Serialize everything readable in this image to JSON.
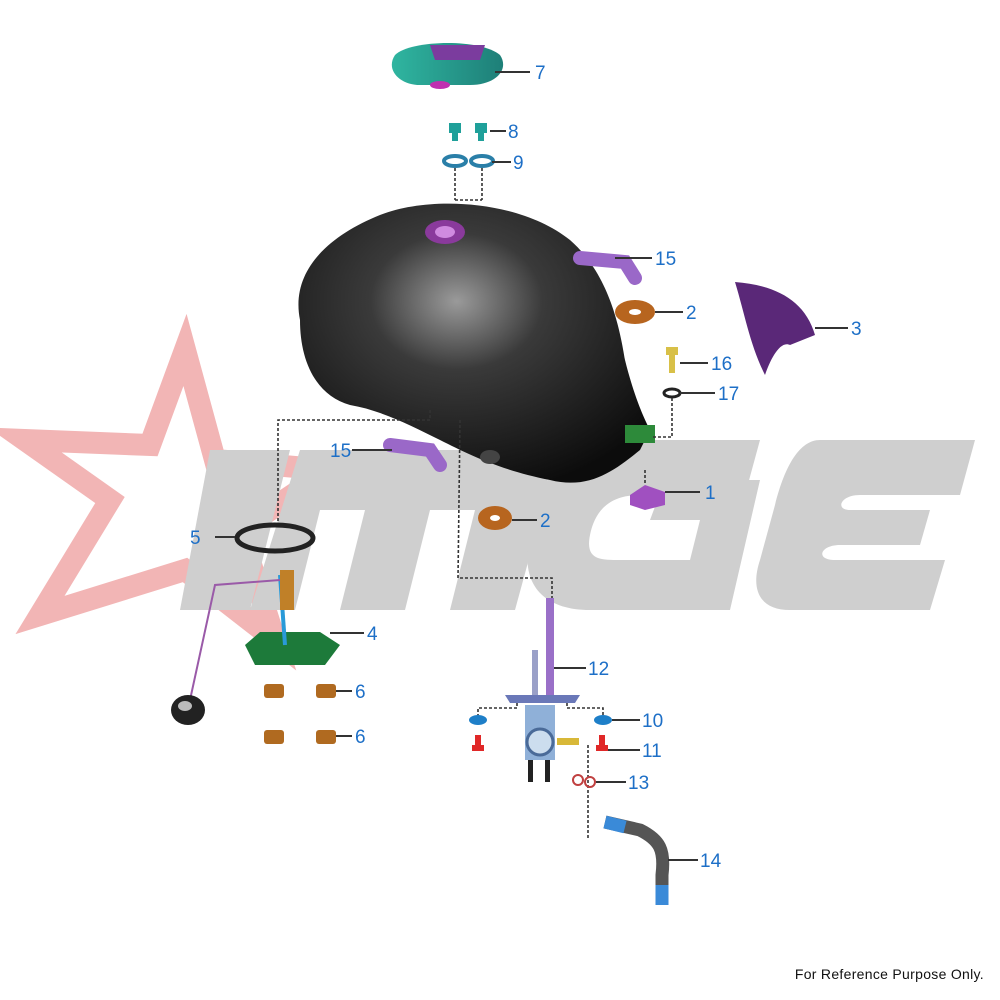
{
  "diagram": {
    "title": "Fuel Tank Assembly",
    "watermark_text": "MGE",
    "callouts": [
      "7",
      "8",
      "9",
      "15",
      "2",
      "3",
      "16",
      "17",
      "15",
      "1",
      "2",
      "5",
      "4",
      "6",
      "6",
      "12",
      "10",
      "11",
      "13",
      "14"
    ]
  },
  "footer": {
    "disclaimer": "For Reference Purpose Only."
  },
  "colors": {
    "label": "#1d6fc7",
    "watermark": "#cfcfcf",
    "star": "#f2b5b5",
    "tank": "#1a1a1a"
  }
}
